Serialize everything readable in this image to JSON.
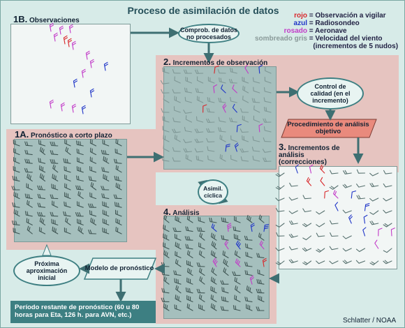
{
  "title": "Proceso de asimilación de datos",
  "legend": [
    {
      "key": "rojo",
      "value": "Observación a vigilar",
      "color": "#d8262a"
    },
    {
      "key": "azul",
      "value": "Radiosondeo",
      "color": "#1f35c8"
    },
    {
      "key": "rosado",
      "value": "Aeronave",
      "color": "#c23ac8"
    },
    {
      "key": "sombreado gris",
      "value": "Velocidad del viento",
      "color": "#8a9a99"
    }
  ],
  "legend_note": "(incrementos de 5 nudos)",
  "panels": {
    "p1b": {
      "num": "1B.",
      "label": "Observaciones"
    },
    "p1a": {
      "num": "1A.",
      "label": "Pronóstico a corto plazo"
    },
    "p2": {
      "num": "2.",
      "label": "Incrementos de observación"
    },
    "p3": {
      "num": "3.",
      "label": "Incrementos de análisis (correcciones)"
    },
    "p4": {
      "num": "4.",
      "label": "Análisis"
    }
  },
  "nodes": {
    "comprob": "Comprob. de datos no procesados",
    "control": "Control de calidad (en el incremento)",
    "procedimiento": "Procedimiento de análisis objetivo",
    "asimil": "Asimil. cíclica",
    "modelo": "Modelo de pronóstico",
    "proxima": "Próxima aproximación inicial"
  },
  "bottom_note": "Período restante de pronóstico (60 u 80 horas para Eta, 126 h. para AVN, etc.)",
  "credit": "Schlatter / NOAA"
}
